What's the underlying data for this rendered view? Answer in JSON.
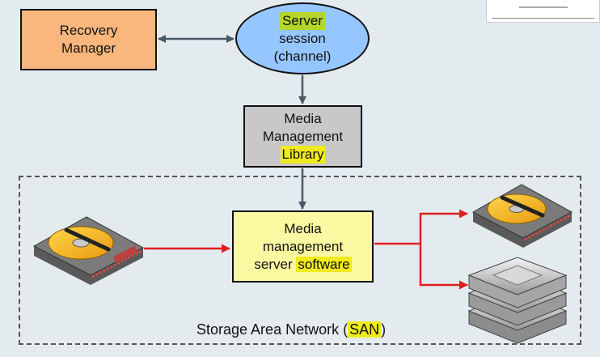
{
  "diagram": {
    "nodes": {
      "recovery_manager": {
        "line1": "Recovery",
        "line2": "Manager"
      },
      "server_session": {
        "line1": "Server",
        "line2": "session",
        "line3": "(channel)"
      },
      "media_library": {
        "line1": "Media",
        "line2": "Management",
        "line3": "Library"
      },
      "media_software": {
        "line1": "Media",
        "line2": "management",
        "line3_plain": "server ",
        "line3_hl": "software"
      }
    },
    "san": {
      "label_prefix": "Storage Area Network (",
      "label_hl": "SAN",
      "label_suffix": ")"
    },
    "edges": [
      {
        "from": "Recovery Manager",
        "to": "Server session (channel)",
        "style": "double-arrow",
        "color": "#4a5963"
      },
      {
        "from": "Server session (channel)",
        "to": "Media Management Library",
        "style": "arrow",
        "color": "#4a5963"
      },
      {
        "from": "Media Management Library",
        "to": "Media management server software",
        "style": "arrow",
        "color": "#4a5963"
      },
      {
        "from": "disk drive (source)",
        "to": "Media management server software",
        "style": "arrow",
        "color": "#e02020"
      },
      {
        "from": "Media management server software",
        "to": "disk drive (target)",
        "style": "arrow",
        "color": "#e02020"
      },
      {
        "from": "Media management server software",
        "to": "tape library",
        "style": "arrow",
        "color": "#e02020"
      }
    ],
    "colors": {
      "background": "#e3ebef",
      "recovery_manager_fill": "#f9b67d",
      "server_session_fill": "#96c6ff",
      "library_fill": "#c8c8c8",
      "software_fill": "#fbf8a2",
      "highlight": "#f0ea1e",
      "highlight_green": "#b4d62a",
      "connector": "#4a5963",
      "data_flow": "#e02020"
    },
    "icons": [
      "hard-drive-icon",
      "hard-drive-icon",
      "tape-library-icon"
    ]
  }
}
